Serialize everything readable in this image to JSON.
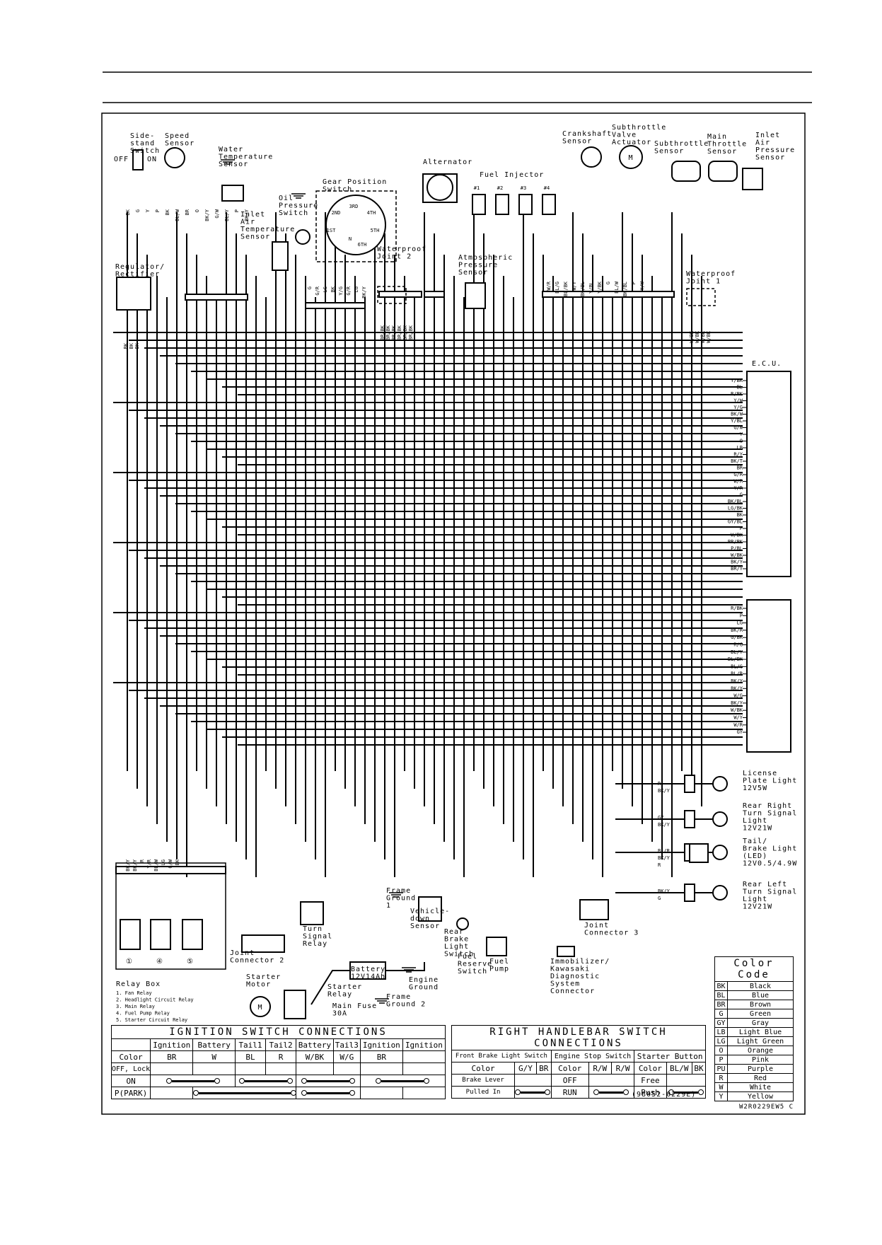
{
  "page": {
    "ref_code": "W2R0229EW5 C",
    "part_number": "(98052-0229E)"
  },
  "components": [
    {
      "key": "side_stand",
      "label": "Side-\nstand\nSwitch"
    },
    {
      "key": "speed",
      "label": "Speed\nSensor"
    },
    {
      "key": "water_temp",
      "label": "Water\nTemperature\nSensor"
    },
    {
      "key": "inlet_air_temp",
      "label": "Inlet\nAir\nTemperature\nSensor"
    },
    {
      "key": "oil_pressure",
      "label": "Oil\nPressure\nSwitch"
    },
    {
      "key": "gear_position",
      "label": "Gear Position\nSwitch"
    },
    {
      "key": "alternator",
      "label": "Alternator"
    },
    {
      "key": "fuel_injector",
      "label": "Fuel Injector"
    },
    {
      "key": "crankshaft",
      "label": "Crankshaft\nSensor"
    },
    {
      "key": "subthrottle_actuator",
      "label": "Subthrottle\nValve\nActuator"
    },
    {
      "key": "subthrottle_sensor",
      "label": "Subthrottle\nSensor"
    },
    {
      "key": "main_throttle",
      "label": "Main\nThrottle\nSensor"
    },
    {
      "key": "inlet_air_pressure",
      "label": "Inlet\nAir\nPressure\nSensor"
    },
    {
      "key": "regulator",
      "label": "Regulator/\nRectifier"
    },
    {
      "key": "wp_joint2",
      "label": "Waterproof\nJoint 2"
    },
    {
      "key": "atm_pressure",
      "label": "Atmospheric\nPressure\nSensor"
    },
    {
      "key": "wp_joint1",
      "label": "Waterproof\nJoint 1"
    },
    {
      "key": "ecu",
      "label": "E.C.U."
    },
    {
      "key": "license_light",
      "label": "License\nPlate Light\n12V5W"
    },
    {
      "key": "rear_right_turn",
      "label": "Rear Right\nTurn Signal\nLight\n12V21W"
    },
    {
      "key": "tail_brake",
      "label": "Tail/\nBrake Light\n(LED)\n12V0.5/4.9W"
    },
    {
      "key": "rear_left_turn",
      "label": "Rear Left\nTurn Signal\nLight\n12V21W"
    },
    {
      "key": "joint_conn3",
      "label": "Joint\nConnector 3"
    },
    {
      "key": "immobilizer",
      "label": "Immobilizer/\nKawasaki\nDiagnostic\nSystem\nConnector"
    },
    {
      "key": "vehicle_down",
      "label": "Vehicle-\ndown\nSensor"
    },
    {
      "key": "rear_brake",
      "label": "Rear\nBrake\nLight\nSwitch"
    },
    {
      "key": "fuel_reserve",
      "label": "Fuel\nReserve\nSwitch"
    },
    {
      "key": "fuel_pump",
      "label": "Fuel\nPump"
    },
    {
      "key": "frame_ground1",
      "label": "Frame\nGround\n1"
    },
    {
      "key": "turn_relay",
      "label": "Turn\nSignal\nRelay"
    },
    {
      "key": "joint_conn2",
      "label": "Joint\nConnector 2"
    },
    {
      "key": "starter_motor",
      "label": "Starter\nMotor"
    },
    {
      "key": "starter_relay",
      "label": "Starter\nRelay"
    },
    {
      "key": "main_fuse",
      "label": "Main Fuse\n30A"
    },
    {
      "key": "battery",
      "label": "Battery\n12V14Ah"
    },
    {
      "key": "engine_ground",
      "label": "Engine\nGround"
    },
    {
      "key": "frame_ground2",
      "label": "Frame\nGround 2"
    }
  ],
  "gear_positions": [
    "3RD",
    "4TH",
    "2ND",
    "1ST",
    "N",
    "5TH",
    "6TH"
  ],
  "injectors": [
    "#1",
    "#2",
    "#3",
    "#4"
  ],
  "side_stand_states": [
    "OFF",
    "ON"
  ],
  "relay_box": {
    "title": "Relay Box",
    "items": [
      "1. Fan Relay",
      "2. Headlight Circuit Relay",
      "3. Main Relay",
      "4. Fuel Pump Relay",
      "5. Starter Circuit Relay"
    ],
    "slots": [
      "①",
      "④",
      "⑤"
    ]
  },
  "ecu_pins_upper": [
    "Y/BK",
    "BL",
    "R/BK",
    "Y/W",
    "Y/G",
    "BK/W",
    "Y/BL",
    "G/W",
    "Y",
    "O",
    "LB",
    "R/Y",
    "BK/T",
    "BR",
    "G/R",
    "W/R",
    "Y/R",
    "G",
    "BK/BL",
    "LG/BK",
    "BK",
    "GY/BL",
    "P",
    "W/BK",
    "BR/BK",
    "P/BL",
    "W/BK",
    "BK/Y",
    "BR/Y"
  ],
  "ecu_pins_lower": [
    "R/BK",
    "P",
    "LG",
    "BK/R",
    "G/BK",
    "R/G",
    "BL/Y",
    "BL/BK",
    "BL/G",
    "BL/R",
    "BK/Y",
    "BK/Y",
    "W/G",
    "BK/Y",
    "W/BK",
    "W/Y",
    "W/R",
    "GY"
  ],
  "wire_codes": {
    "top_left": [
      "BK",
      "G",
      "Y",
      "P",
      "BK",
      "BL/W",
      "BR",
      "O",
      "BK/Y",
      "G/W",
      "BL/Y",
      "P",
      "BK/Y"
    ],
    "wp_joint2": [
      "BR/BK",
      "BR/BK",
      "BR/BK",
      "BR/BK",
      "BR/BK",
      "BR/BK"
    ],
    "wp_joint1": [
      "W/BK",
      "W/BK",
      "W/BK",
      "W/BK"
    ],
    "gear_wires": [
      "G",
      "G/R",
      "LG",
      "BK",
      "Y/G",
      "G/R",
      "LG",
      "BK/Y"
    ],
    "harness_mid": [
      "W/R",
      "BL/G",
      "BL/BK",
      "W/Y",
      "BK/BL",
      "Y/BL",
      "Y/BK",
      "G",
      "BL/W",
      "BK/BL",
      "P",
      "Y/W"
    ],
    "regulator": [
      "BK",
      "BK",
      "BK"
    ],
    "relay_box": [
      "BK/Y",
      "BK/Y",
      "R",
      "Y/R",
      "BL/W",
      "LG",
      "G/W",
      "BK"
    ],
    "rear_lights": [
      "R",
      "BK/Y",
      "GY",
      "BK/Y",
      "BL/R",
      "BK/Y",
      "R",
      "BK/Y",
      "G"
    ]
  },
  "ignition_table": {
    "title": "IGNITION SWITCH CONNECTIONS",
    "columns": [
      "",
      "Ignition",
      "Battery",
      "Tail1",
      "Tail2",
      "Battery",
      "Tail3",
      "Ignition",
      "Ignition"
    ],
    "color_row": [
      "Color",
      "BR",
      "W",
      "BL",
      "R",
      "W/BK",
      "W/G",
      "BR",
      ""
    ],
    "rows": [
      "OFF, Lock",
      "ON",
      "P(PARK)"
    ]
  },
  "handlebar_table": {
    "title": "RIGHT HANDLEBAR SWITCH CONNECTIONS",
    "groups": [
      "Front Brake Light Switch",
      "Engine Stop Switch",
      "Starter Button"
    ],
    "color_row": [
      "Color",
      "G/Y",
      "BR",
      "Color",
      "R/W",
      "R/W",
      "Color",
      "BL/W",
      "BK"
    ],
    "row1": [
      "Brake Lever",
      "",
      "",
      "OFF",
      "",
      "",
      "Free",
      "",
      ""
    ],
    "row2": [
      "Pulled In",
      "",
      "",
      "RUN",
      "",
      "",
      "Push",
      "",
      ""
    ]
  },
  "color_code": {
    "title": "Color Code",
    "entries": [
      [
        "BK",
        "Black"
      ],
      [
        "BL",
        "Blue"
      ],
      [
        "BR",
        "Brown"
      ],
      [
        "G",
        "Green"
      ],
      [
        "GY",
        "Gray"
      ],
      [
        "LB",
        "Light Blue"
      ],
      [
        "LG",
        "Light Green"
      ],
      [
        "O",
        "Orange"
      ],
      [
        "P",
        "Pink"
      ],
      [
        "PU",
        "Purple"
      ],
      [
        "R",
        "Red"
      ],
      [
        "W",
        "White"
      ],
      [
        "Y",
        "Yellow"
      ]
    ]
  }
}
